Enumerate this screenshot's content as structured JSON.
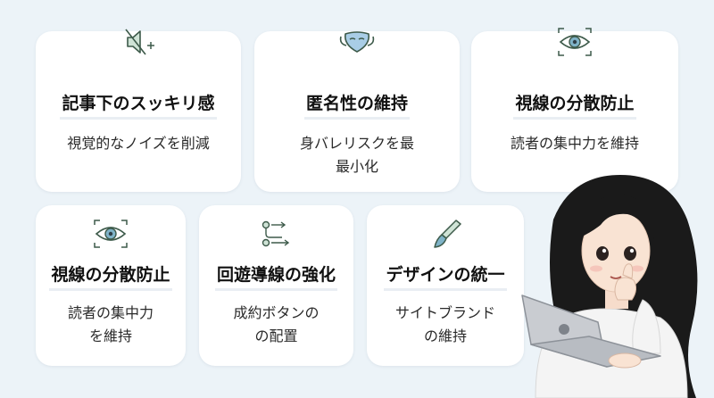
{
  "cards": [
    {
      "icon": "mute-speaker-icon",
      "title": "記事下のスッキリ感",
      "desc_lines": [
        "視覚的なノイズを削減"
      ]
    },
    {
      "icon": "face-mask-icon",
      "title": "匿名性の維持",
      "desc_lines": [
        "身バレリスクを最",
        "最小化"
      ]
    },
    {
      "icon": "eye-focus-icon",
      "title": "視線の分散防止",
      "desc_lines": [
        "読者の集中力を維持"
      ]
    },
    {
      "icon": "eye-focus-icon",
      "title": "視線の分散防止",
      "desc_lines": [
        "読者の集中力",
        "を維持"
      ]
    },
    {
      "icon": "flow-path-icon",
      "title": "回遊導線の強化",
      "desc_lines": [
        "成約ボタンの",
        "の配置"
      ]
    },
    {
      "icon": "paintbrush-icon",
      "title": "デザインの統一",
      "desc_lines": [
        "サイトブランド",
        "の維持"
      ]
    }
  ],
  "colors": {
    "background": "#ecf3f8",
    "card": "#ffffff",
    "icon_stroke": "#3d5a4a",
    "icon_accent": "#7fb3c8"
  },
  "illustration": {
    "subject": "woman-with-laptop",
    "laptop_logo": "apple-logo-icon"
  }
}
